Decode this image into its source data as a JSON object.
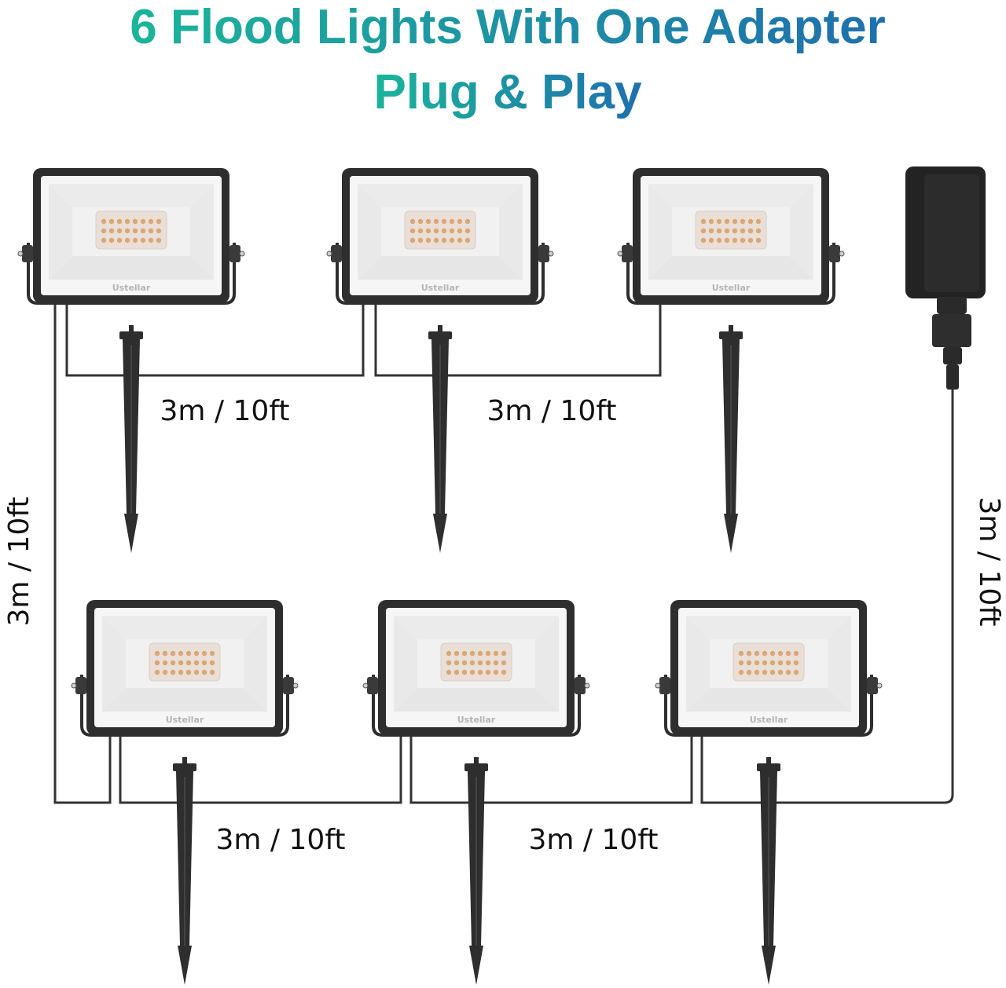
{
  "title": {
    "line1": "6 Flood Lights With One Adapter",
    "line2": "Plug & Play",
    "gradient_start": "#1bb59a",
    "gradient_end": "#1f6fae"
  },
  "colors": {
    "housing": "#2e2e2e",
    "panel": "#eeeeee",
    "led_module": "#e9dfd6",
    "led": "#d9a777",
    "cable": "#333333",
    "label": "#111111"
  },
  "lights": [
    {
      "brand": "Ustellar"
    },
    {
      "brand": "Ustellar"
    },
    {
      "brand": "Ustellar"
    },
    {
      "brand": "Ustellar"
    },
    {
      "brand": "Ustellar"
    },
    {
      "brand": "Ustellar"
    }
  ],
  "cable_labels": {
    "top_left": "3m / 10ft",
    "top_right": "3m / 10ft",
    "left_vertical": "3m / 10ft",
    "right_vertical": "3m / 10ft",
    "bottom_left": "3m / 10ft",
    "bottom_right": "3m / 10ft"
  },
  "adapter": {
    "icon": "power-adapter-icon"
  }
}
